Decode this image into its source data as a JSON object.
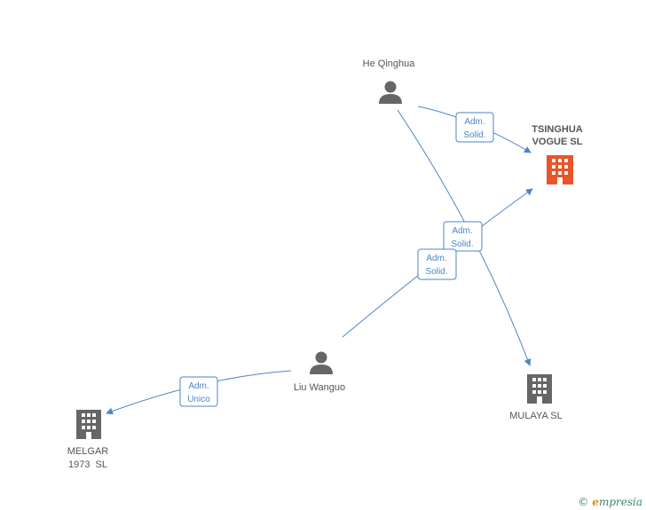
{
  "nodes": {
    "he_qinghua": {
      "label": "He Qinghua"
    },
    "liu_wanguo": {
      "label": "Liu Wanguo"
    },
    "tsinghua": {
      "label_line1": "TSINGHUA",
      "label_line2": "VOGUE SL"
    },
    "mulaya": {
      "label": "MULAYA SL"
    },
    "melgar": {
      "label_line1": "MELGAR",
      "label_line2": "1973  SL"
    }
  },
  "edges": {
    "he_tsinghua": {
      "line1": "Adm.",
      "line2": "Solid."
    },
    "he_mulaya": {
      "line1": "Adm.",
      "line2": "Solid."
    },
    "liu_tsinghua": {
      "line1": "Adm.",
      "line2": "Solid."
    },
    "liu_melgar": {
      "line1": "Adm.",
      "line2": "Unico"
    }
  },
  "footer": {
    "copyright": "©",
    "brand_first": "e",
    "brand_rest": "mpresia"
  },
  "colors": {
    "edge": "#4a86c8",
    "person": "#666666",
    "company": "#666666",
    "main_company": "#e8552b"
  }
}
